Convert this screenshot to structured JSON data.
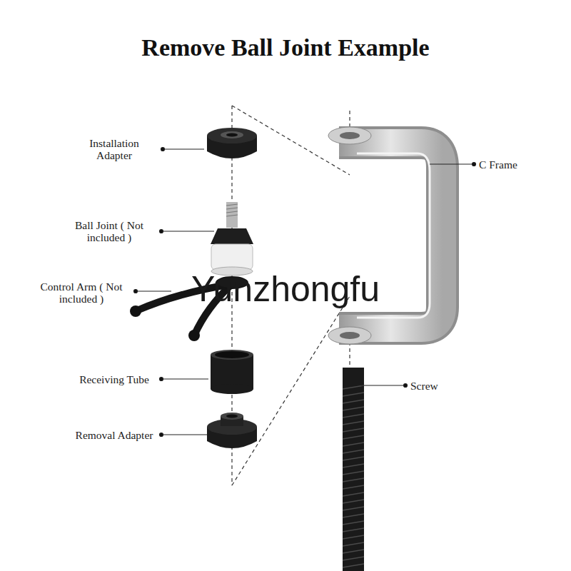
{
  "diagram": {
    "title": "Remove Ball Joint Example",
    "labels": [
      "Installation Adapter",
      "Ball Joint ( Not included )",
      "Control Arm ( Not included )",
      "Receiving Tube",
      "Removal Adapter",
      "C Frame",
      "Screw",
      "Yunzhongfu"
    ]
  }
}
